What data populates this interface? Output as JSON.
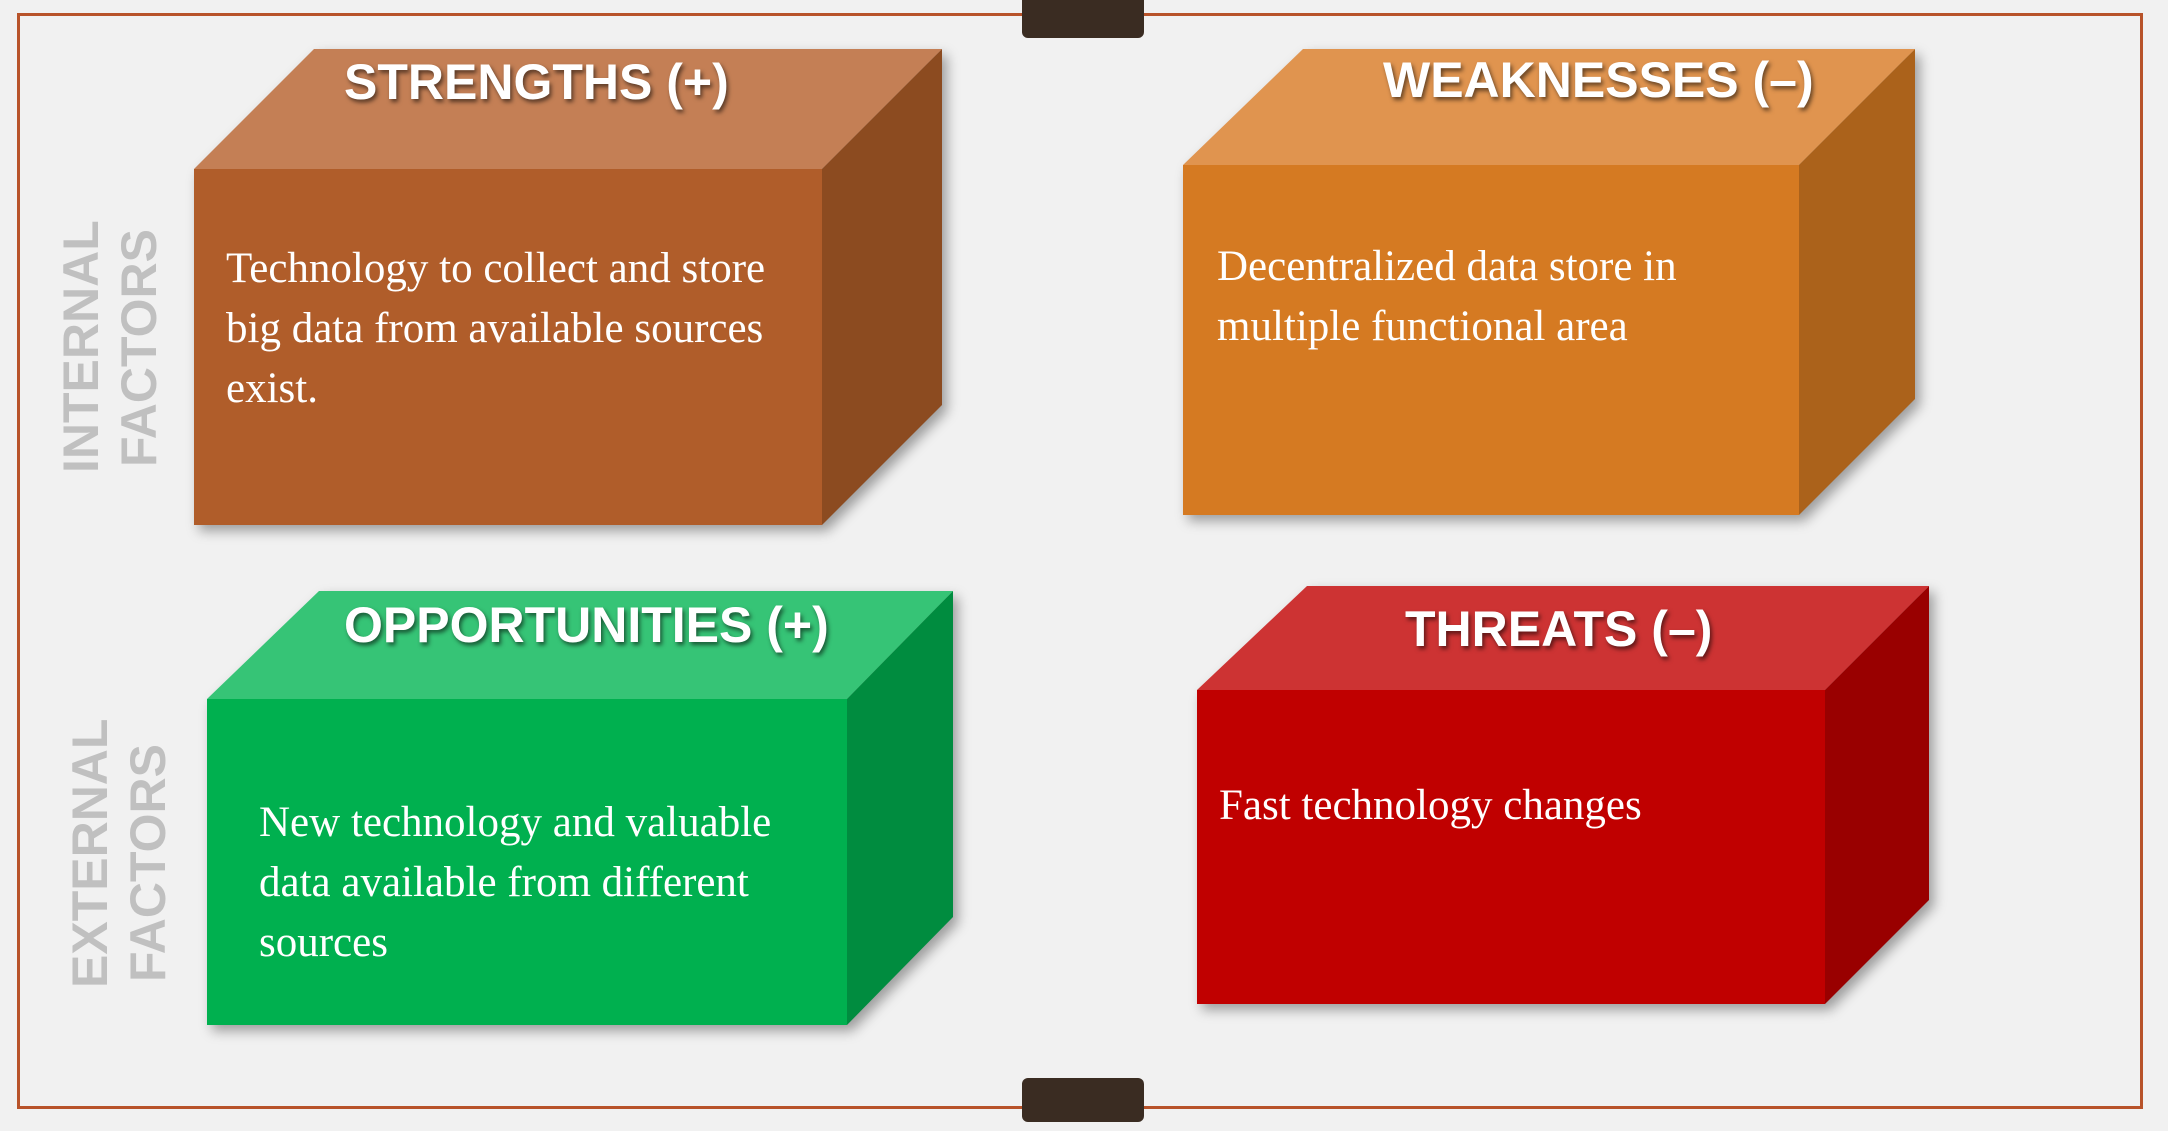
{
  "side_labels": {
    "internal_line1": "INTERNAL",
    "internal_line2": "FACTORS",
    "external_line1": "EXTERNAL",
    "external_line2": "FACTORS"
  },
  "quadrants": {
    "strengths": {
      "title": "STRENGTHS (+)",
      "text": "Technology to collect and store big data from available sources exist.",
      "colors": {
        "front": "#b05d2a",
        "top": "#c47f55",
        "side": "#8c4b20"
      }
    },
    "weaknesses": {
      "title": "WEAKNESSES (–)",
      "text": "Decentralized data store in multiple functional area",
      "colors": {
        "front": "#d57a22",
        "top": "#e0944f",
        "side": "#ab621b"
      }
    },
    "opportunities": {
      "title": "OPPORTUNITIES (+)",
      "text": "New technology and valuable data available from different sources",
      "colors": {
        "front": "#00b04f",
        "top": "#36c476",
        "side": "#008c3f"
      }
    },
    "threats": {
      "title": "THREATS (–)",
      "text": "Fast technology changes",
      "colors": {
        "front": "#c00000",
        "top": "#cd3333",
        "side": "#990000"
      }
    }
  }
}
